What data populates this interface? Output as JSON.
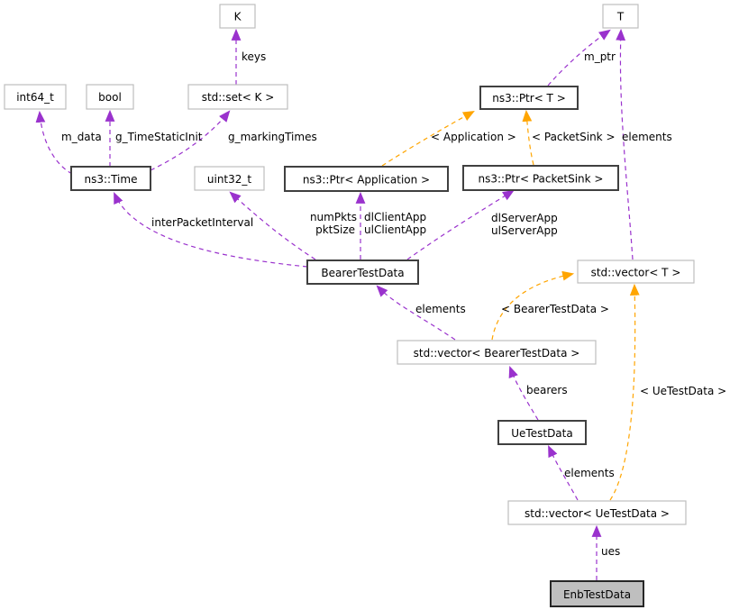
{
  "diagram": {
    "kind": "collaboration-graph",
    "colors": {
      "background": "#ffffff",
      "member_edge": "#9a32cd",
      "template_edge": "#ffa500",
      "documented_node_border": "#404040",
      "external_node_border": "#bebebe",
      "current_node_fill": "#bfbfbf",
      "text": "#000000"
    },
    "nodes": {
      "K": {
        "label": "K",
        "style": "external"
      },
      "T": {
        "label": "T",
        "style": "external"
      },
      "int64_t": {
        "label": "int64_t",
        "style": "external"
      },
      "bool": {
        "label": "bool",
        "style": "external"
      },
      "std_set_K": {
        "label": "std::set< K >",
        "style": "external"
      },
      "ns3_Ptr_T": {
        "label": "ns3::Ptr< T >",
        "style": "documented"
      },
      "ns3_Time": {
        "label": "ns3::Time",
        "style": "documented"
      },
      "uint32_t": {
        "label": "uint32_t",
        "style": "external"
      },
      "ns3_Ptr_Application": {
        "label": "ns3::Ptr< Application >",
        "style": "documented"
      },
      "ns3_Ptr_PacketSink": {
        "label": "ns3::Ptr< PacketSink >",
        "style": "documented"
      },
      "BearerTestData": {
        "label": "BearerTestData",
        "style": "documented"
      },
      "std_vector_T": {
        "label": "std::vector< T >",
        "style": "external"
      },
      "std_vector_BearerTestData": {
        "label": "std::vector< BearerTestData >",
        "style": "external"
      },
      "UeTestData": {
        "label": "UeTestData",
        "style": "documented"
      },
      "std_vector_UeTestData": {
        "label": "std::vector< UeTestData >",
        "style": "external"
      },
      "EnbTestData": {
        "label": "EnbTestData",
        "style": "current"
      }
    },
    "edges": [
      {
        "from": "std::set< K >",
        "to": "K",
        "labels": [
          "keys"
        ],
        "type": "member"
      },
      {
        "from": "ns3::Time",
        "to": "int64_t",
        "labels": [
          "m_data"
        ],
        "type": "member"
      },
      {
        "from": "ns3::Time",
        "to": "bool",
        "labels": [
          "g_TimeStaticInit"
        ],
        "type": "member"
      },
      {
        "from": "ns3::Time",
        "to": "std::set< K >",
        "labels": [
          "g_markingTimes"
        ],
        "type": "member"
      },
      {
        "from": "ns3::Ptr< T >",
        "to": "T",
        "labels": [
          "m_ptr"
        ],
        "type": "member"
      },
      {
        "from": "std::vector< T >",
        "to": "T",
        "labels": [
          "elements"
        ],
        "type": "member"
      },
      {
        "from": "ns3::Ptr< Application >",
        "to": "ns3::Ptr< T >",
        "labels": [
          "< Application >"
        ],
        "type": "template"
      },
      {
        "from": "ns3::Ptr< PacketSink >",
        "to": "ns3::Ptr< T >",
        "labels": [
          "< PacketSink >"
        ],
        "type": "template"
      },
      {
        "from": "BearerTestData",
        "to": "ns3::Time",
        "labels": [
          "interPacketInterval"
        ],
        "type": "member"
      },
      {
        "from": "BearerTestData",
        "to": "uint32_t",
        "labels": [
          "numPkts",
          "pktSize"
        ],
        "type": "member"
      },
      {
        "from": "BearerTestData",
        "to": "ns3::Ptr< Application >",
        "labels": [
          "dlClientApp",
          "ulClientApp"
        ],
        "type": "member"
      },
      {
        "from": "BearerTestData",
        "to": "ns3::Ptr< PacketSink >",
        "labels": [
          "dlServerApp",
          "ulServerApp"
        ],
        "type": "member"
      },
      {
        "from": "std::vector< BearerTestData >",
        "to": "BearerTestData",
        "labels": [
          "elements"
        ],
        "type": "member"
      },
      {
        "from": "std::vector< BearerTestData >",
        "to": "std::vector< T >",
        "labels": [
          "< BearerTestData >"
        ],
        "type": "template"
      },
      {
        "from": "UeTestData",
        "to": "std::vector< BearerTestData >",
        "labels": [
          "bearers"
        ],
        "type": "member"
      },
      {
        "from": "std::vector< UeTestData >",
        "to": "UeTestData",
        "labels": [
          "elements"
        ],
        "type": "member"
      },
      {
        "from": "std::vector< UeTestData >",
        "to": "std::vector< T >",
        "labels": [
          "< UeTestData >"
        ],
        "type": "template"
      },
      {
        "from": "EnbTestData",
        "to": "std::vector< UeTestData >",
        "labels": [
          "ues"
        ],
        "type": "member"
      }
    ]
  }
}
